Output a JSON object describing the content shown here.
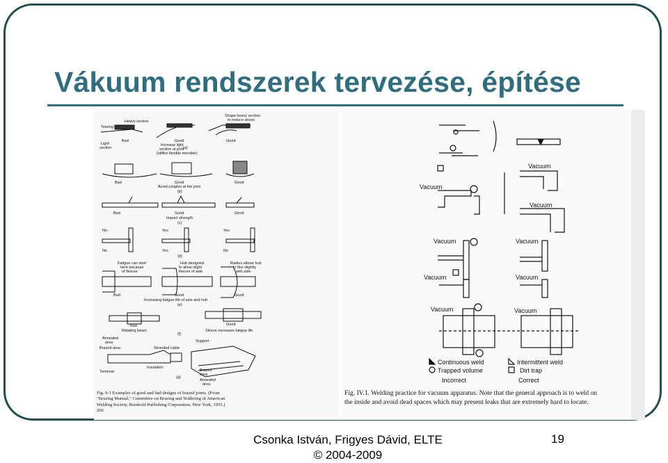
{
  "title": "Vákuum rendszerek tervezése, építése",
  "left_figure": {
    "labels": {
      "tearing": "Tearing",
      "heavy_section": "Heavy section",
      "shape_heavy": "Shape heavy section",
      "to_reduce_stress": "to reduce stress",
      "light": "Light",
      "section": "section",
      "bad": "Bad",
      "good": "Good",
      "increase_light": "Increase light",
      "section_at_joint": "section at joint",
      "stiffen": "(stiffen flexible member)",
      "a": "(a)",
      "avoid_couples": "Avoid couples at the joint",
      "b": "(b)",
      "impact_strength": "Impact strength",
      "c": "(c)",
      "no": "No",
      "yes": "Yes",
      "d": "(d)",
      "fatigue_can_start": "Fatigue can start",
      "here_because": "here because",
      "of_flexure": "of flexure",
      "hub_designed": "Hub designed",
      "to_allow_slight": "to allow slight",
      "flexure_of_axle": "flexure of axle",
      "radius_allows": "Radius allows hub",
      "to_flex_slightly": "to flex slightly",
      "with_axle": "with axle",
      "increasing_fatigue": "Increasing fatigue life of axle and hub",
      "e": "(e)",
      "rotating_beam": "Rotating beam",
      "sleeve_increases": "Sleeve increases fatigue life",
      "f": "(f)",
      "annealed": "Annealed",
      "area": "area",
      "brazed_area": "Brazed area",
      "stranded_cable": "Stranded cable",
      "support": "Support",
      "insulation": "Insulation",
      "terminal": "Terminal",
      "brazed": "Brazed",
      "g": "(g)"
    },
    "caption_lines": [
      "Fig. 9-1  Examples of good and bad designs of brazed joints. (From",
      "\"Brazing Manual,\" Committee on Brazing and Soldering of American",
      "Welding Society, Reinhold Publishing Corporation, New York, 1955.)",
      "206"
    ]
  },
  "right_figure": {
    "labels": {
      "vacuum": "Vacuum",
      "continuous_weld": "Continuous weld",
      "trapped_volume": "Trapped volume",
      "incorrect": "Incorrect",
      "intermittent_weld": "Intermittent weld",
      "dirt_trap": "Dirt trap",
      "correct": "Correct"
    },
    "caption_lines": [
      "Fig. IV.1.   Welding practice for vacuum apparatus. Note that the general approach is to weld on",
      "the inside and avoid dead spaces which may present leaks that are extremely hard to locate."
    ]
  },
  "footer": {
    "authors": "Csonka István, Frigyes Dávid, ELTE",
    "copyright": "© 2004-2009",
    "page_number": "19"
  },
  "colors": {
    "title": "#2e6e7e",
    "frame": "#1f4f4f",
    "rule": "#2e6e7e"
  }
}
